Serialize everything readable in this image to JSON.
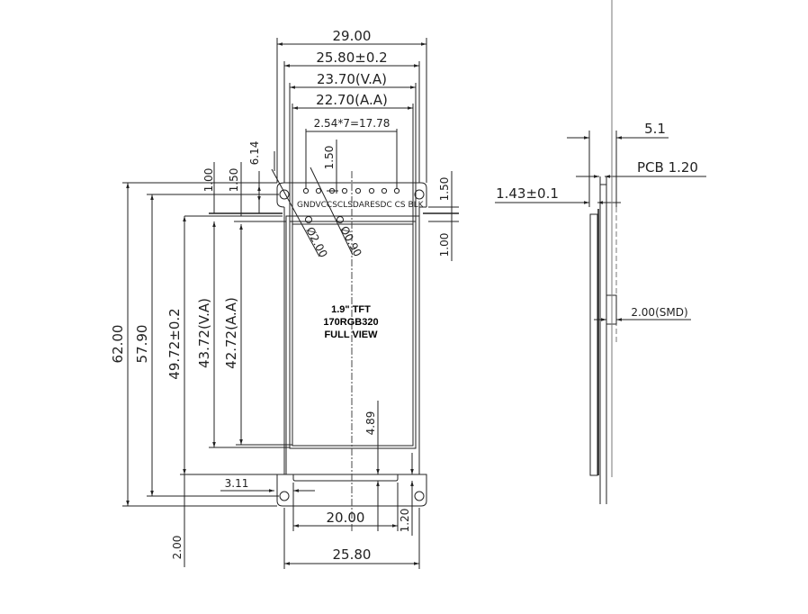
{
  "drawing": {
    "title": "1.9\" TFT",
    "resolution": "170RGB320",
    "view": "FULL VIEW"
  },
  "front_view": {
    "width_dims": {
      "overall": "29.00",
      "pcb": "25.80±0.2",
      "viewing_area": "23.70(V.A)",
      "active_area": "22.70(A.A)",
      "pin_span": "2.54*7=17.78"
    },
    "height_dims": {
      "overall": "62.00",
      "hole_pitch": "57.90",
      "glass": "49.72±0.2",
      "viewing_area": "43.72(V.A)",
      "active_area": "42.72(A.A)"
    },
    "top_dims": {
      "d1": "1.00",
      "d2": "1.50",
      "d3": "6.14",
      "d4": "1.50",
      "right_a": "1.50",
      "right_b": "1.00",
      "hole_dia": "Ø2.00",
      "pin_hole_dia": "Ø0.90"
    },
    "bottom_dims": {
      "hole_offset": "3.11",
      "fpc_gap": "4.89",
      "fpc_width": "20.00",
      "fpc_height": "1.20",
      "pcb_bottom": "25.80",
      "bottom_margin": "2.00"
    },
    "pins": [
      "GND",
      "VCC",
      "SCL",
      "SDA",
      "RES",
      "DC",
      "CS",
      "BLK"
    ],
    "pin_label_text": "GNDVCCSCLSDARESDC CS BLK"
  },
  "side_view": {
    "total_thickness": "5.1",
    "pcb_thickness": "PCB 1.20",
    "glass_thickness": "1.43±0.1",
    "smd": "2.00(SMD)"
  }
}
